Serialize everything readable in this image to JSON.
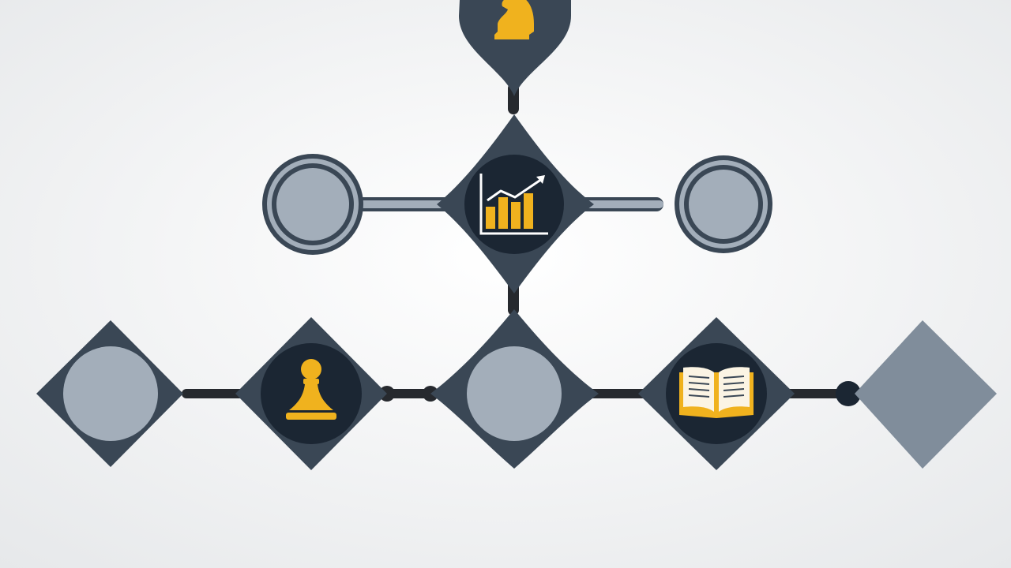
{
  "diagram": {
    "colors": {
      "background_center": "#ffffff",
      "background_edge": "#e6e8ea",
      "node_dark": "#3a4755",
      "icon_disc": "#1b2633",
      "placeholder": "#a3aeba",
      "placeholder_dark": "#808d9b",
      "ring": "#3a4755",
      "ring_gap": "#a3aeba",
      "connector": "#26292e",
      "accent": "#f0b21e"
    },
    "nodes": [
      {
        "id": "top-knight-node",
        "icon": "knight-icon"
      },
      {
        "id": "center-growth-node",
        "icon": "growth-chart-icon"
      },
      {
        "id": "left-ring-node",
        "icon": "none"
      },
      {
        "id": "right-ring-node",
        "icon": "none"
      },
      {
        "id": "bottom-node-1",
        "icon": "none"
      },
      {
        "id": "bottom-node-2",
        "icon": "pawn-icon"
      },
      {
        "id": "bottom-node-3",
        "icon": "none"
      },
      {
        "id": "bottom-node-4",
        "icon": "open-book-icon"
      },
      {
        "id": "bottom-node-5",
        "icon": "none"
      }
    ]
  }
}
